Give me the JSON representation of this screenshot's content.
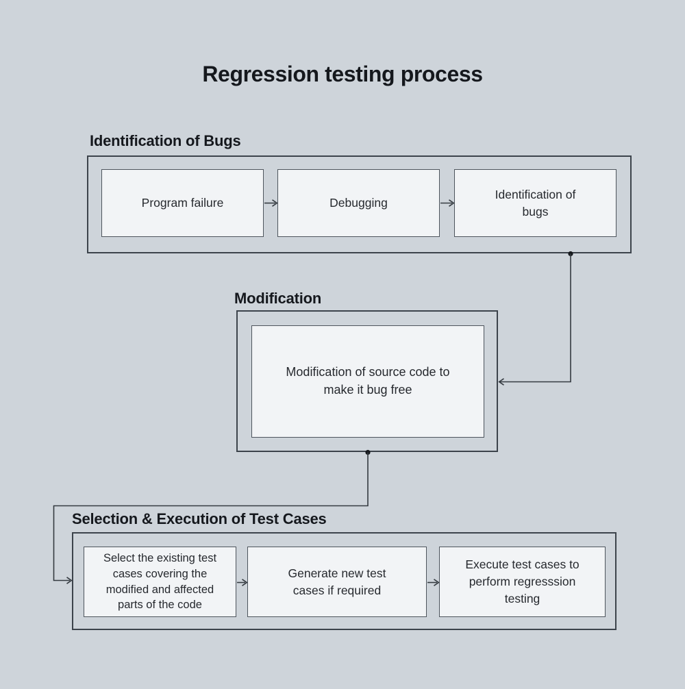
{
  "title": "Regression testing process",
  "sections": [
    {
      "label": "Identification of Bugs",
      "nodes": [
        "Program failure",
        "Debugging",
        "Identification of bugs"
      ]
    },
    {
      "label": "Modification",
      "nodes": [
        "Modification of source code to make it bug free"
      ]
    },
    {
      "label": "Selection & Execution of Test Cases",
      "nodes": [
        "Select the existing test cases covering the modified and affected parts of the code",
        "Generate new test cases if required",
        "Execute test cases to perform regresssion testing"
      ]
    }
  ],
  "flow": [
    {
      "from": "Program failure",
      "to": "Debugging"
    },
    {
      "from": "Debugging",
      "to": "Identification of bugs"
    },
    {
      "from": "Identification of Bugs",
      "to": "Modification"
    },
    {
      "from": "Modification",
      "to": "Selection & Execution of Test Cases"
    },
    {
      "from": "Select the existing test cases covering the modified and affected parts of the code",
      "to": "Generate new test cases if required"
    },
    {
      "from": "Generate new test cases if required",
      "to": "Execute test cases to perform regresssion testing"
    }
  ],
  "colors": {
    "background": "#ced4da",
    "node_fill": "#f2f4f6",
    "container_border": "#3c434b",
    "node_border": "#4d545c",
    "connector": "#343a40",
    "text": "#26292e",
    "heading": "#15181d"
  }
}
